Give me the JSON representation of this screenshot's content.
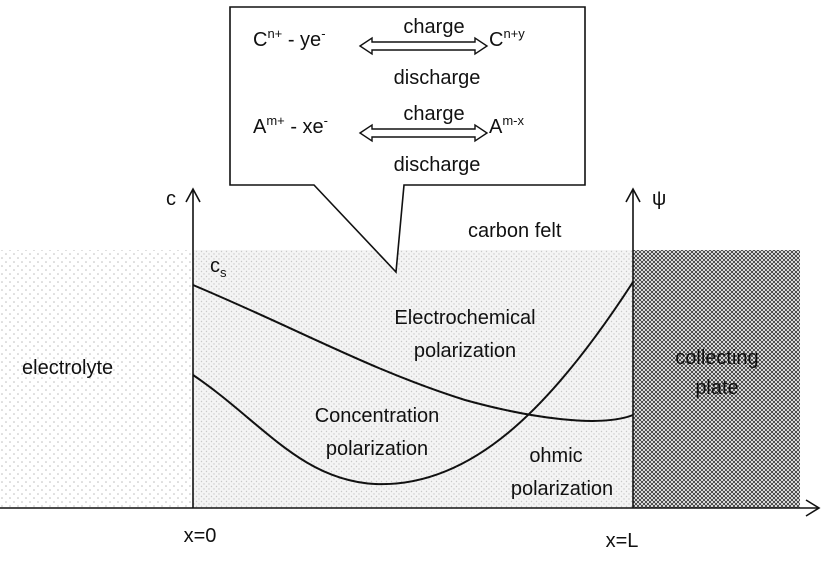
{
  "colors": {
    "stroke": "#111111",
    "dots": "#bdbdbd",
    "crosshatch": "#333333",
    "background": "#ffffff"
  },
  "callout": {
    "reaction1": {
      "left_base": "C",
      "left_sup": "n+",
      "left_tail": " - ye",
      "left_tail_sup": "-",
      "right_base": "C",
      "right_sup": "n+y",
      "arrow_top": "charge",
      "arrow_bottom": "discharge"
    },
    "reaction2": {
      "left_base": "A",
      "left_sup": "m+",
      "left_tail": " - xe",
      "left_tail_sup": "-",
      "right_base": "A",
      "right_sup": "m-x",
      "arrow_top": "charge",
      "arrow_bottom": "discharge"
    }
  },
  "axes": {
    "left_label": "c",
    "right_label": "ψ",
    "x0_label": "x=0",
    "xl_label": "x=L"
  },
  "regions": {
    "electrolyte": "electrolyte",
    "carbon_felt": "carbon felt",
    "collecting_plate_line1": "collecting",
    "collecting_plate_line2": "plate"
  },
  "labels": {
    "cs_base": "c",
    "cs_sub": "s",
    "electrochemical_line1": "Electrochemical",
    "electrochemical_line2": "polarization",
    "concentration_line1": "Concentration",
    "concentration_line2": "polarization",
    "ohmic_line1": "ohmic",
    "ohmic_line2": "polarization"
  }
}
